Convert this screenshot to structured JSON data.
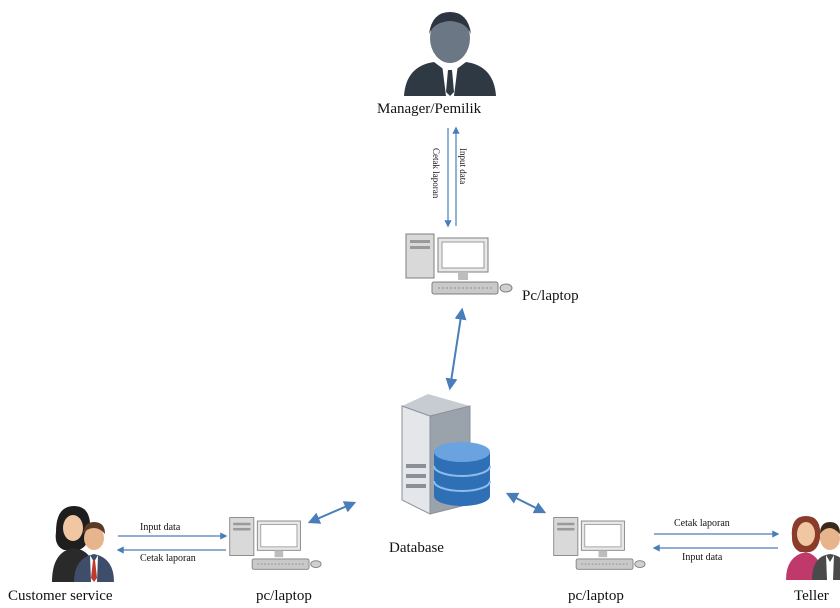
{
  "nodes": {
    "manager": "Manager/Pemilik",
    "pc_top": "Pc/laptop",
    "database": "Database",
    "pc_left": "pc/laptop",
    "pc_right": "pc/laptop",
    "customer_service": "Customer service",
    "teller": "Teller"
  },
  "edges": {
    "manager_up": "Input data",
    "manager_down": "Cetak laporan",
    "cs_to_pc": "Input data",
    "pc_to_cs": "Cetak laporan",
    "pc_to_teller": "Cetak laporan",
    "teller_to_pc": "Input data"
  },
  "colors": {
    "arrow": "#4a7ebb"
  }
}
